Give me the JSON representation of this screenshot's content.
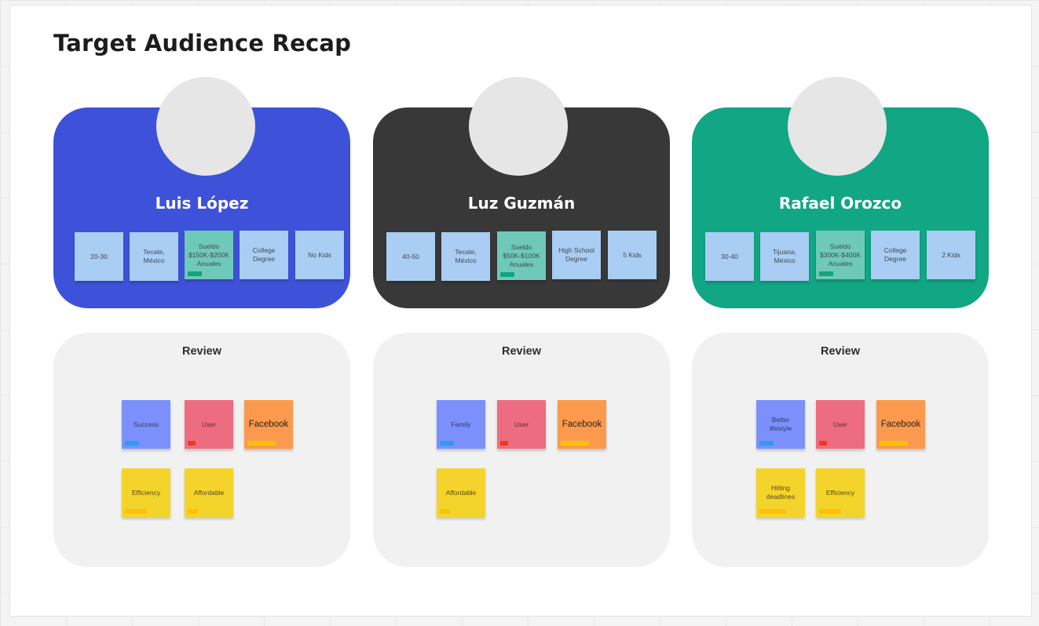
{
  "board": {
    "title": "Target Audience Recap"
  },
  "personas": [
    {
      "name": "Luis López",
      "card_color": "#3e52d9",
      "attributes": [
        "20-30",
        "Tecate,\nMéxico",
        "Sueldo\n$150K-$200K\nAnuales",
        "College\nDegree",
        "No Kids"
      ]
    },
    {
      "name": "Luz Guzmán",
      "card_color": "#383838",
      "attributes": [
        "40-50",
        "Tecate,\nMéxico",
        "Sueldo\n$50K-$100K\nAnuales",
        "High School\nDegree",
        "5 Kids"
      ]
    },
    {
      "name": "Rafael Orozco",
      "card_color": "#11a684",
      "attributes": [
        "30-40",
        "Tijuana,\nMéxico",
        "Sueldo\n$300K-$400K\nAnuales",
        "College\nDegree",
        "2 Kids"
      ]
    }
  ],
  "reviews": [
    {
      "title": "Review",
      "notes": [
        "Success",
        "User",
        "Facebook",
        "Efficiency",
        "Affordable"
      ]
    },
    {
      "title": "Review",
      "notes": [
        "Family",
        "User",
        "Facebook",
        "Affordable"
      ]
    },
    {
      "title": "Review",
      "notes": [
        "Better\nlifestyle",
        "User",
        "Facebook",
        "Hitting\ndeadlines",
        "Efficiency"
      ]
    }
  ],
  "colors": {
    "attribute_note": "#a9cdf3",
    "salary_note": "#6fc9b8",
    "salary_tag": "#12a37f",
    "blue_note": "#7c90fb",
    "blue_tag": "#2d9bf0",
    "red_note": "#ee6c80",
    "red_tag": "#f0391e",
    "orange_note": "#fb9a4e",
    "orange_tag": "#fcc00a",
    "yellow_note": "#f4d42a",
    "yellow_tag": "#fcc00a",
    "review_card": "#f1f1f1",
    "avatar": "#e6e6e6"
  }
}
